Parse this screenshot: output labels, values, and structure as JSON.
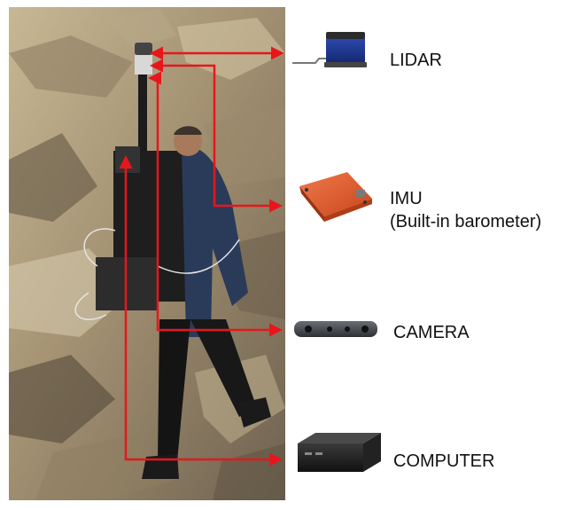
{
  "components": {
    "lidar": {
      "label": "LIDAR"
    },
    "imu": {
      "label": "IMU",
      "sublabel": "(Built-in barometer)"
    },
    "camera": {
      "label": "CAMERA"
    },
    "computer": {
      "label": "COMPUTER"
    }
  },
  "colors": {
    "arrow": "#e8161c",
    "rock_light": "#b9aa8a",
    "rock_dark": "#4a4033",
    "jacket": "#2a3b5a"
  }
}
